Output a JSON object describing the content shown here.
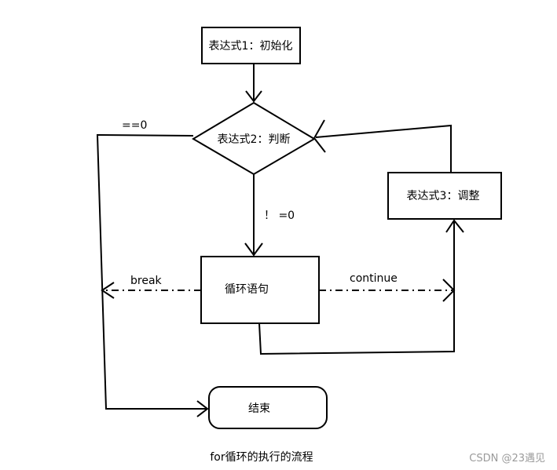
{
  "nodes": {
    "init": "表达式1：初始化",
    "judge": "表达式2：判断",
    "adjust": "表达式3：调整",
    "body": "循环语句",
    "end": "结束"
  },
  "edges": {
    "false_label": "==0",
    "true_label": "！ =0",
    "break_label": "break",
    "continue_label": "continue"
  },
  "caption": "for循环的执行的流程",
  "watermark": "CSDN @23遇见"
}
